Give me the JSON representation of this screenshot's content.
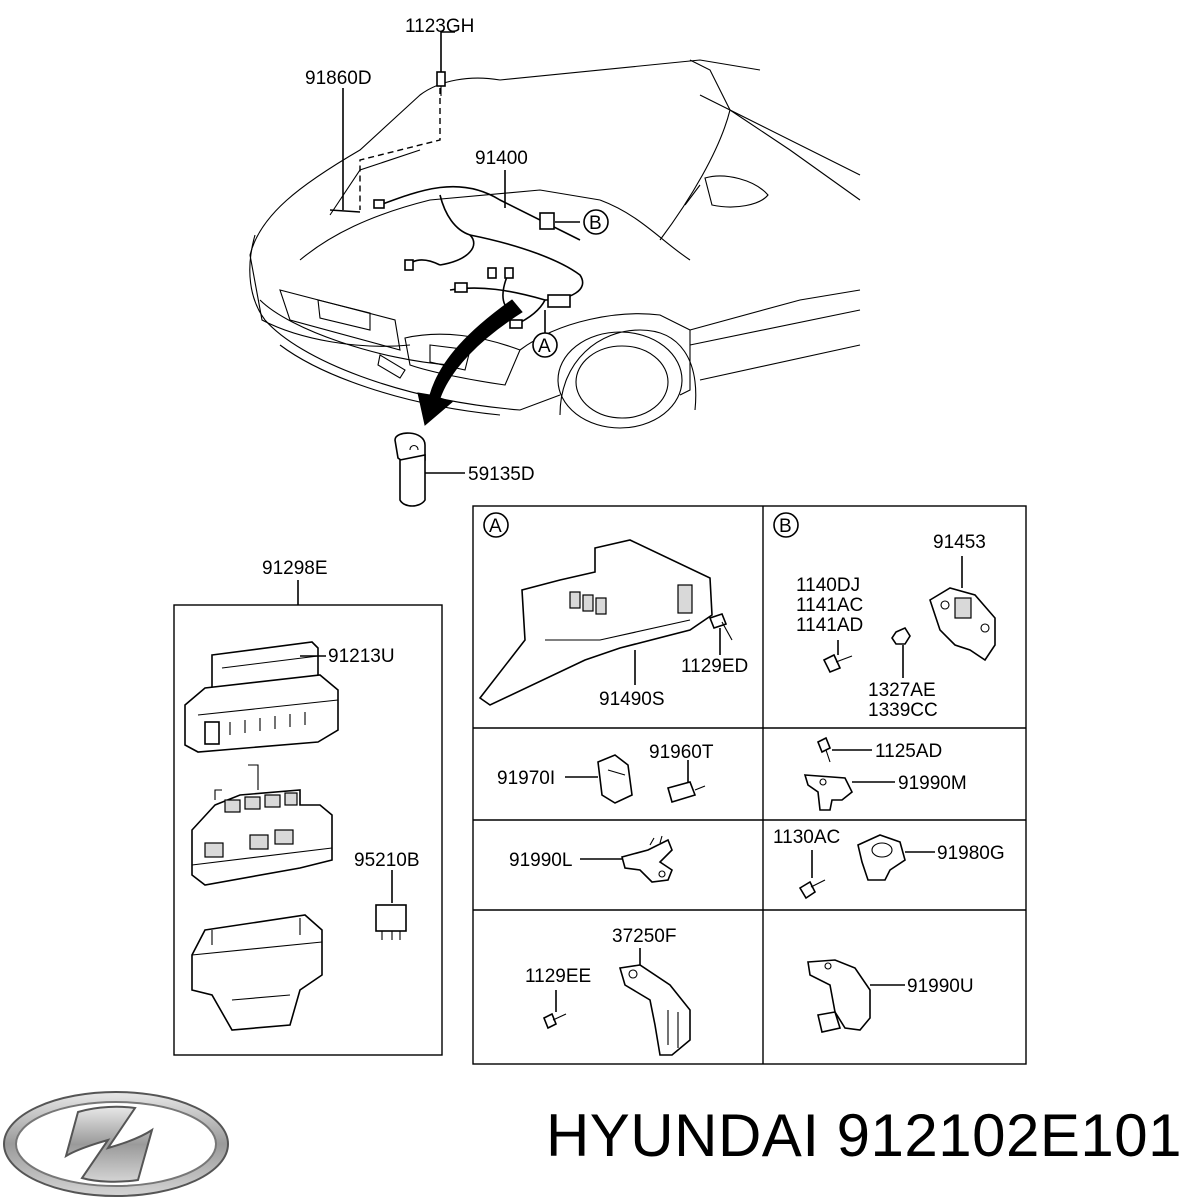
{
  "callouts": {
    "p1123GH": "1123GH",
    "p91860D": "91860D",
    "p91400": "91400",
    "p59135D": "59135D",
    "p91298E": "91298E",
    "p91213U": "91213U",
    "p95210B": "95210B",
    "p91453": "91453",
    "p1140DJ": "1140DJ",
    "p1141AC": "1141AC",
    "p1141AD": "1141AD",
    "p1327AE": "1327AE",
    "p1339CC": "1339CC",
    "p1129ED": "1129ED",
    "p91490S": "91490S",
    "p91970I": "91970I",
    "p91960T": "91960T",
    "p1125AD": "1125AD",
    "p91990M": "91990M",
    "p91990L": "91990L",
    "p1130AC": "1130AC",
    "p91980G": "91980G",
    "p37250F": "37250F",
    "p1129EE": "1129EE",
    "p91990U": "91990U"
  },
  "markers": {
    "a": "A",
    "b": "B"
  },
  "footer": {
    "title": "HYUNDAI 912102E101",
    "logo_icon": "hyundai-logo"
  }
}
